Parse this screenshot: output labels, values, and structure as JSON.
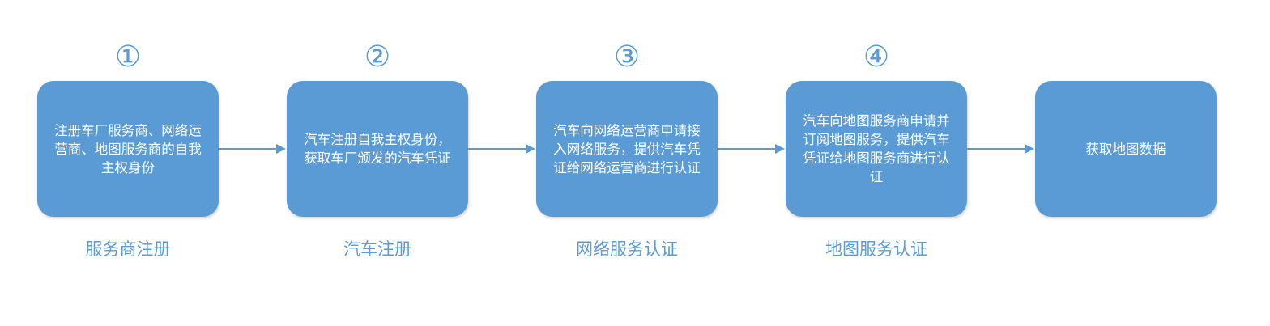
{
  "steps": [
    {
      "number": "①",
      "text": "注册车厂服务商、网络运营商、地图服务商的自我主权身份",
      "label": "服务商注册"
    },
    {
      "number": "②",
      "text": "汽车注册自我主权身份，获取车厂颁发的汽车凭证",
      "label": "汽车注册"
    },
    {
      "number": "③",
      "text": "汽车向网络运营商申请接入网络服务，提供汽车凭证给网络运营商进行认证",
      "label": "网络服务认证"
    },
    {
      "number": "④",
      "text": "汽车向地图服务商申请并订阅地图服务，提供汽车凭证给地图服务商进行认证",
      "label": "地图服务认证"
    },
    {
      "text": "获取地图数据"
    }
  ],
  "colors": {
    "box": "#5b9bd5",
    "accent": "#5b9bd5",
    "box_text": "#ffffff"
  }
}
